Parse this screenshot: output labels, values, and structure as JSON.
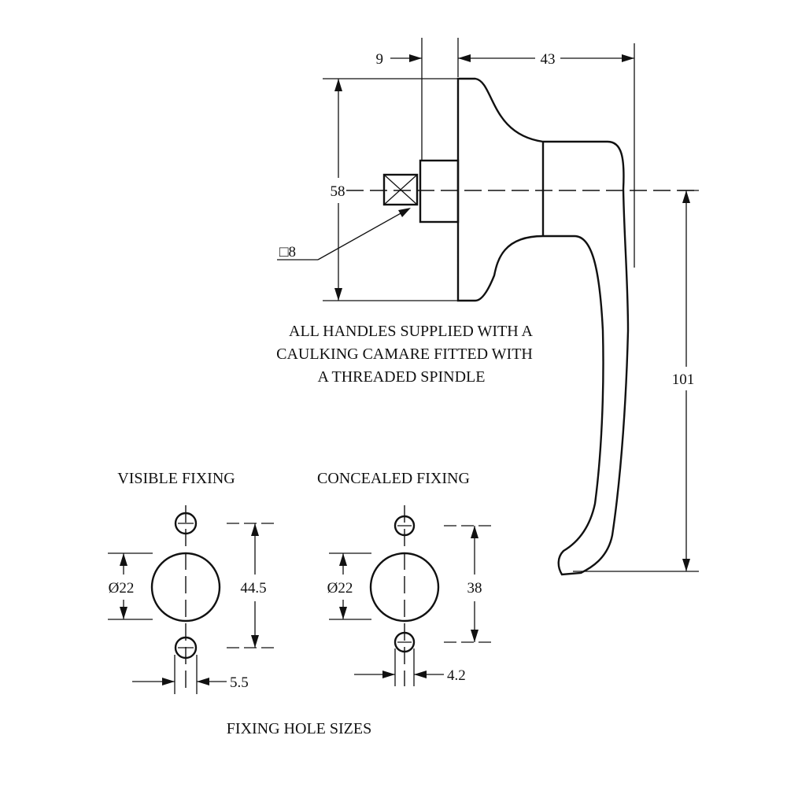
{
  "dimensions": {
    "spindle_offset": "9",
    "handle_depth": "43",
    "rose_height": "58",
    "spindle_square": "□8",
    "lever_drop": "101",
    "visible_hole_dia": "Ø22",
    "visible_centres": "44.5",
    "visible_screw": "5.5",
    "concealed_hole_dia": "Ø22",
    "concealed_centres": "38",
    "concealed_screw": "4.2"
  },
  "notes": {
    "supply_line1": "ALL HANDLES SUPPLIED WITH  A",
    "supply_line2": "CAULKING CAMARE FITTED WITH",
    "supply_line3": "A THREADED SPINDLE"
  },
  "labels": {
    "visible_fixing": "VISIBLE FIXING",
    "concealed_fixing": "CONCEALED FIXING",
    "fixing_hole_sizes": "FIXING HOLE SIZES"
  }
}
